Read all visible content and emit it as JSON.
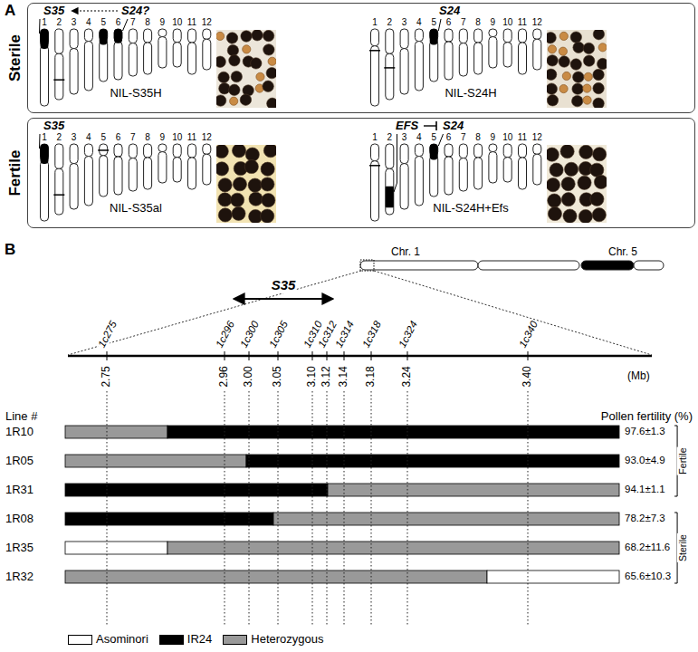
{
  "diagram": {
    "nodes": [
      {
        "text": [
          "Sterile"
        ]
      },
      {
        "text": [
          "Fertile"
        ]
      }
    ],
    "labels": [
      "A",
      "S35",
      "S24?",
      "1",
      "2",
      "3",
      "4",
      "5",
      "6",
      "7",
      "8",
      "9",
      "10",
      "11",
      "12",
      "NIL-S35H",
      "S24",
      "1",
      "2",
      "3",
      "4",
      "5",
      "6",
      "7",
      "8",
      "9",
      "10",
      "11",
      "12",
      "NIL-S24H",
      "S35",
      "1",
      "2",
      "3",
      "4",
      "5",
      "6",
      "7",
      "8",
      "9",
      "10",
      "11",
      "12",
      "NIL-S35al",
      "EFS",
      "S24",
      "1",
      "2",
      "3",
      "4",
      "5",
      "6",
      "7",
      "8",
      "9",
      "10",
      "11",
      "12",
      "NIL-S24H+Efs",
      "B",
      "Chr. 1",
      "Chr. 5",
      "S35",
      "1c275",
      "1c296",
      "1c300",
      "1c305",
      "1c310",
      "1c312",
      "1c314",
      "1c318",
      "1c324",
      "1c340",
      "2.75",
      "2.96",
      "3.00",
      "3.05",
      "3.10",
      "3.12",
      "3.14",
      "3.18",
      "3.24",
      "3.40",
      "(Mb)",
      "Line #",
      "Pollen fertility (%)",
      "1R10",
      "1R05",
      "1R31",
      "1R08",
      "1R35",
      "1R32",
      "97.6±1.3",
      "93.0±4.9",
      "94.1±1.1",
      "78.2±7.3",
      "68.2±11.6",
      "65.6±10.3",
      "Fertile",
      "Sterile"
    ],
    "legend": [
      {
        "text": "Asominori",
        "color": "#ffffff"
      },
      {
        "text": "IR24",
        "color": "#000000"
      },
      {
        "text": "Heterozygous",
        "color": "#999999"
      }
    ]
  }
}
